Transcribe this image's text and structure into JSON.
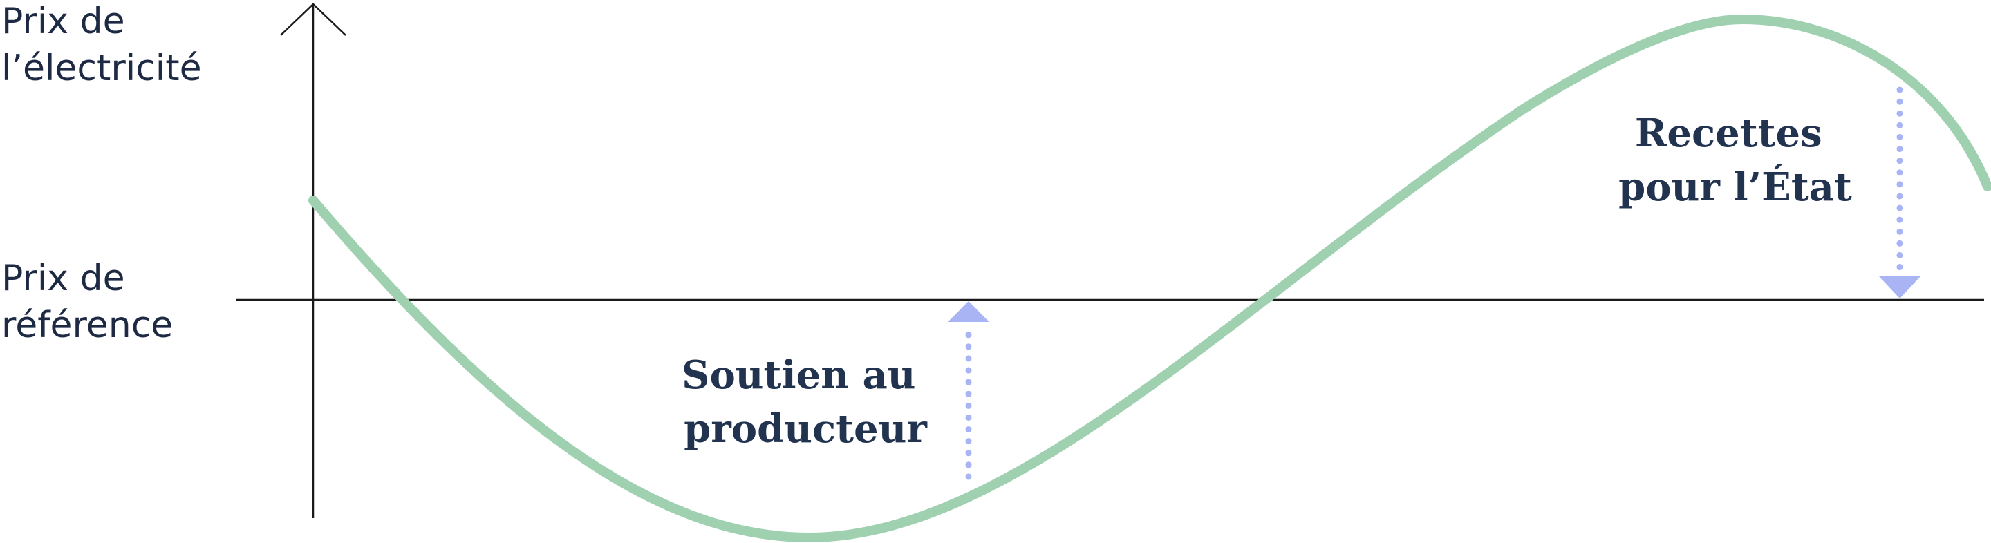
{
  "labels": {
    "y_axis_line1": "Prix de",
    "y_axis_line2": "l’électricité",
    "reference_line1": "Prix de",
    "reference_line2": "référence",
    "producer_support_line1": "Soutien au",
    "producer_support_line2": "producteur",
    "state_revenue_line1": "Recettes",
    "state_revenue_line2": "pour l’État"
  },
  "colors": {
    "curve": "#9fd0b0",
    "arrow": "#a9b4f5",
    "axis": "#1a1a1a",
    "text": "#1e2a44",
    "annotation_text": "#22334f"
  }
}
